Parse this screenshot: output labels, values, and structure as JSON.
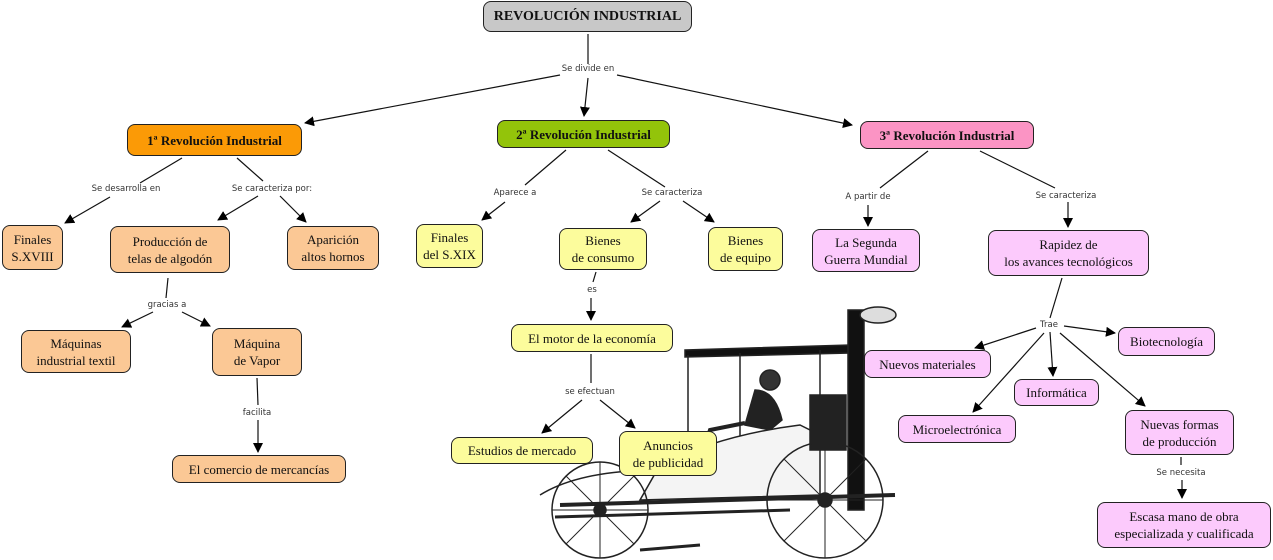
{
  "title": "REVOLUCIÓN INDUSTRIAL",
  "colors": {
    "root": "#c8c8c8",
    "first": "#fb9a06",
    "first_children": "#fbc895",
    "second": "#93c40a",
    "second_children": "#fcfc9c",
    "third": "#fb94c4",
    "third_children": "#fccafc"
  },
  "nodes": {
    "root": "REVOLUCIÓN INDUSTRIAL",
    "r1": "1ª Revolución Industrial",
    "r2": "2ª Revolución Industrial",
    "r3": "3ª Revolución Industrial",
    "finales_sxviii": "Finales\nS.XVIII",
    "produccion_telas": "Producción de\ntelas de algodón",
    "altos_hornos": "Aparición\naltos hornos",
    "maquinas_textil": "Máquinas\nindustrial textil",
    "maquina_vapor": "Máquina\nde Vapor",
    "comercio": "El comercio de mercancías",
    "finales_sxix": "Finales\ndel S.XIX",
    "bienes_consumo": "Bienes\nde consumo",
    "bienes_equipo": "Bienes\nde equipo",
    "motor_economia": "El motor de la economía",
    "estudios_mercado": "Estudios de mercado",
    "anuncios": "Anuncios\nde publicidad",
    "segunda_guerra": "La Segunda\nGuerra Mundial",
    "rapidez": "Rapidez de\nlos avances tecnológicos",
    "nuevos_materiales": "Nuevos materiales",
    "biotecnologia": "Biotecnología",
    "informatica": "Informática",
    "microelectronica": "Microelectrónica",
    "nuevas_formas": "Nuevas formas\nde producción",
    "escasa_mano": "Escasa mano de obra\nespecializada y cualificada"
  },
  "link_labels": {
    "se_divide_en": "Se divide en",
    "se_desarrolla_en": "Se desarrolla en",
    "se_caracteriza_por": "Se caracteriza por:",
    "gracias_a": "gracias a",
    "facilita": "facilita",
    "aparece_a": "Aparece a",
    "se_caracteriza_2": "Se caracteriza",
    "es": "es",
    "se_efectuan": "se efectuan",
    "a_partir_de": "A partir de",
    "se_caracteriza_3": "Se caracteriza",
    "trae": "Trae",
    "se_necesita": "Se necesita"
  },
  "illustration": "steam-carriage-engraving"
}
